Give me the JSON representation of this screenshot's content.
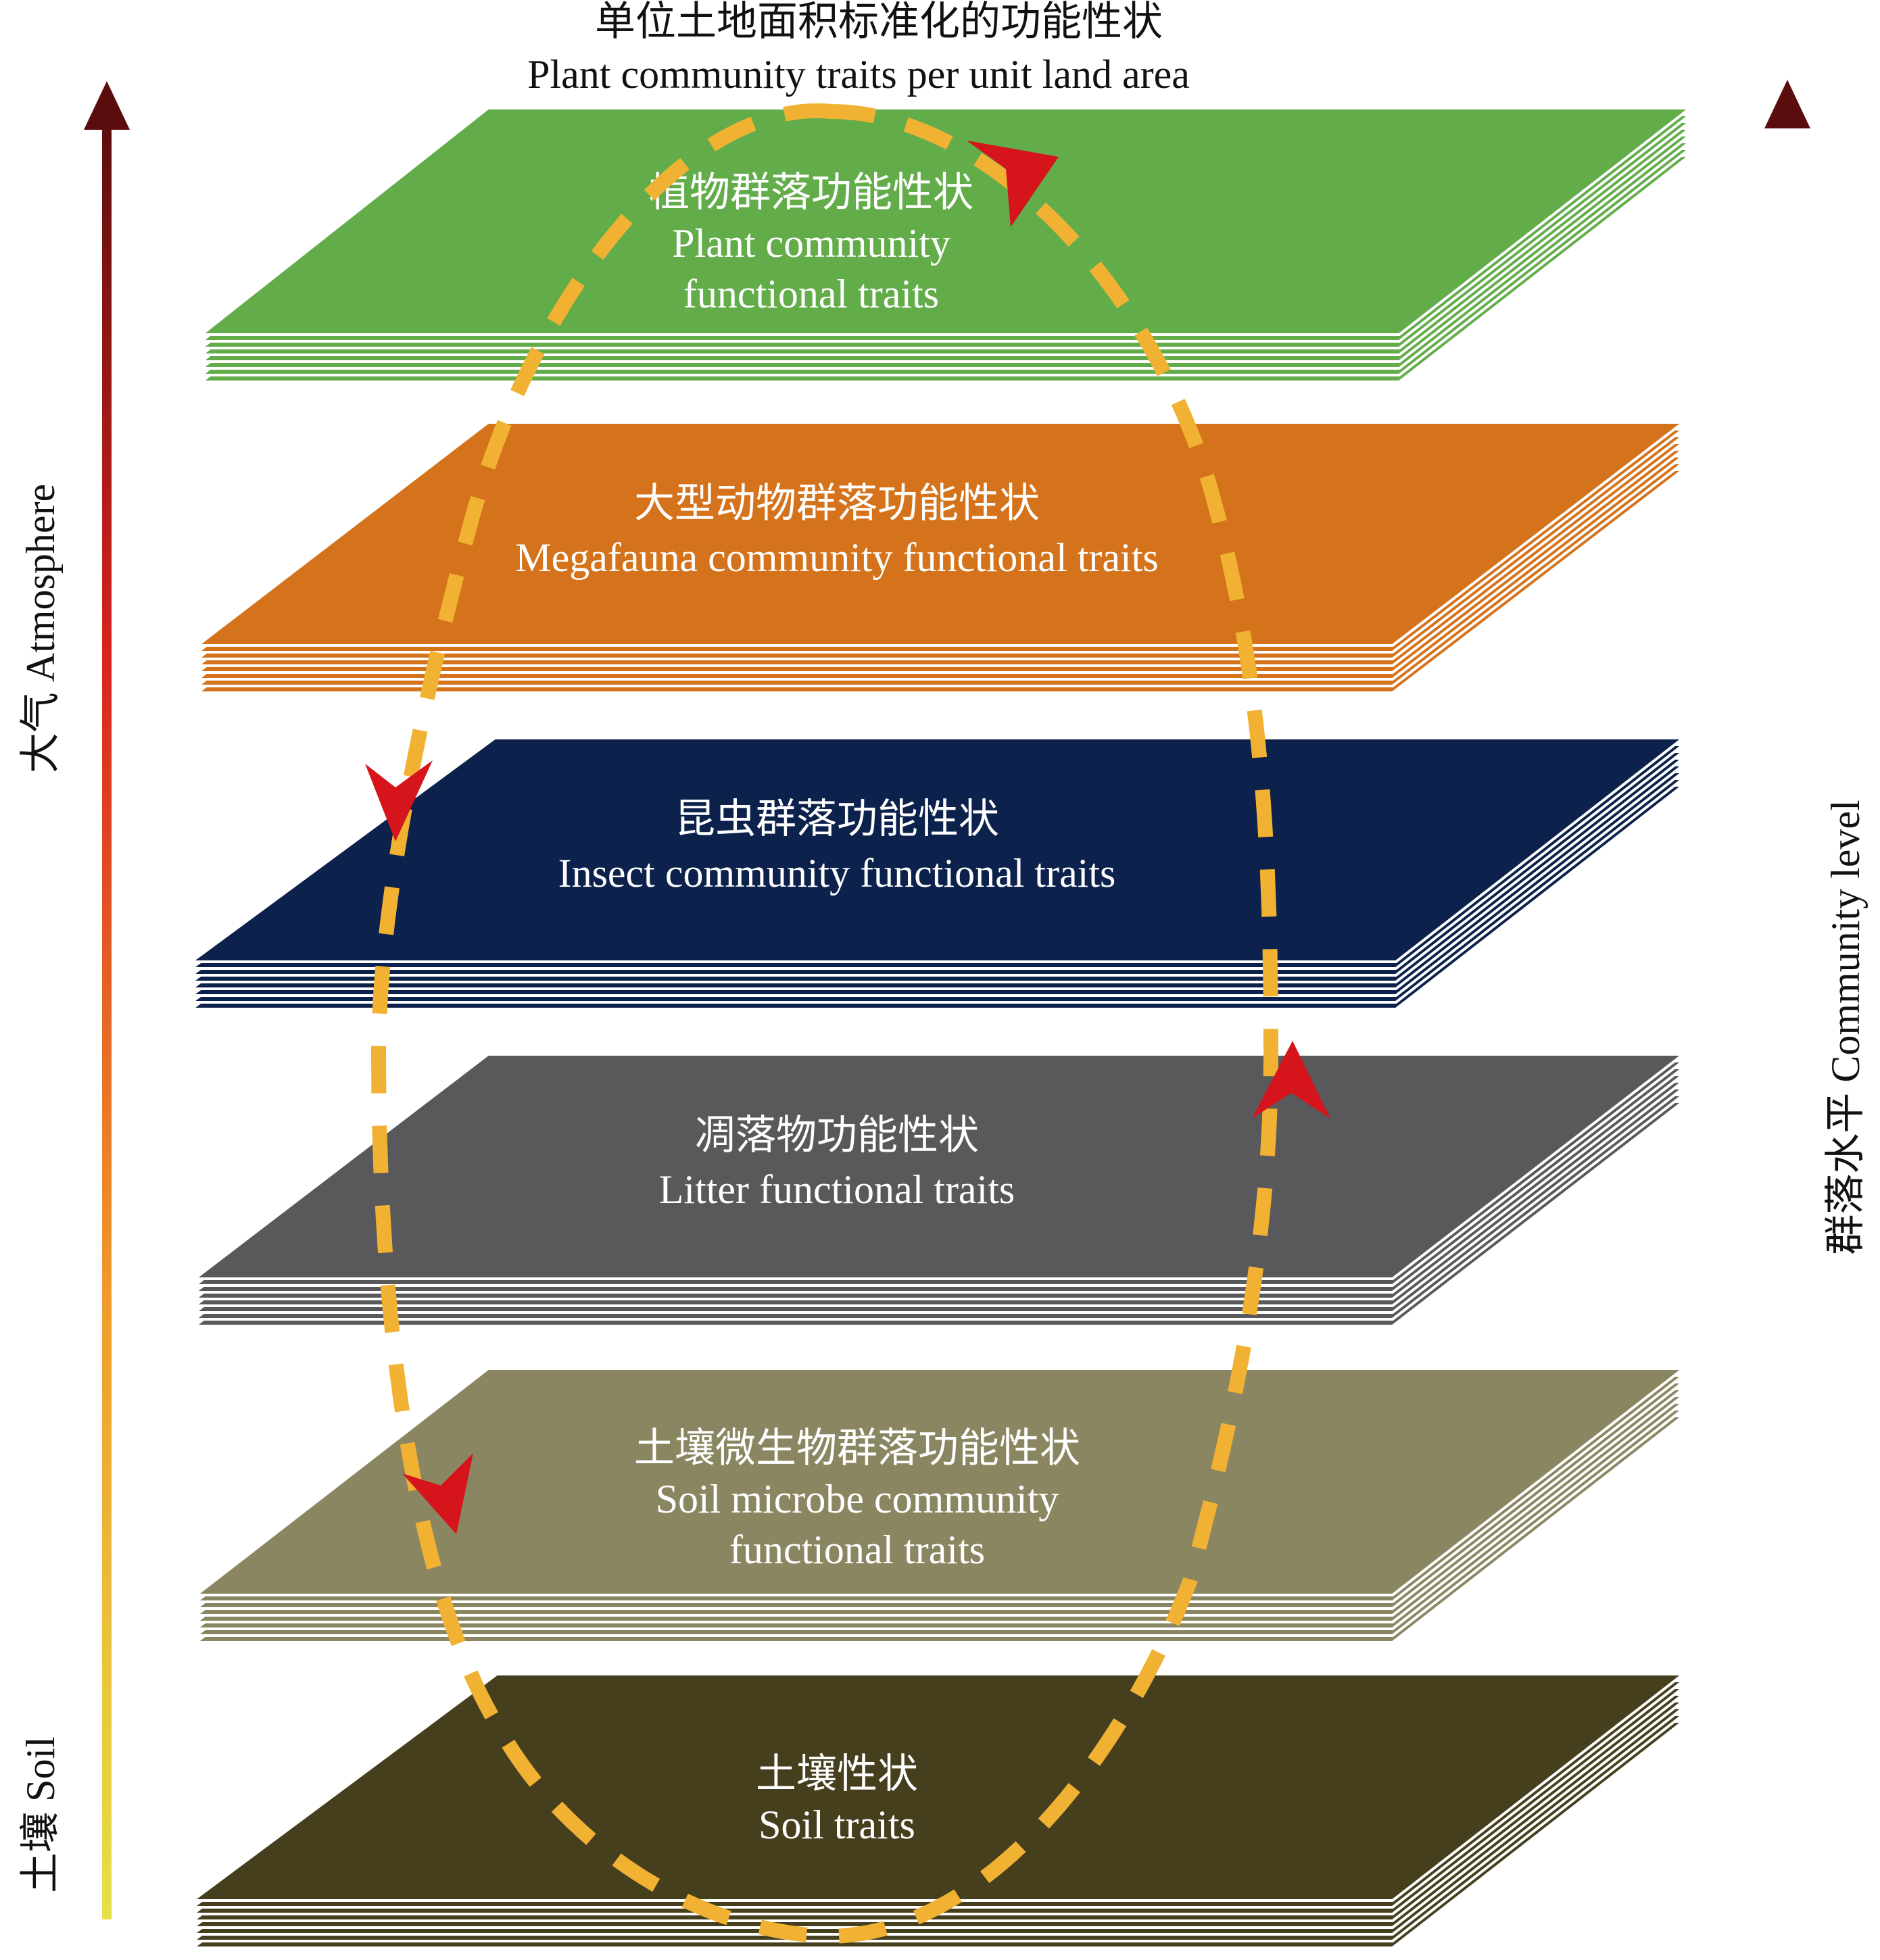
{
  "title": {
    "zh": "单位土地面积标准化的功能性状",
    "en": "Plant community traits per unit land area"
  },
  "left_axis": {
    "top_label": "大气 Atmosphere",
    "bottom_label": "土壤 Soil"
  },
  "right_axis": {
    "label": "群落水平 Community level"
  },
  "layers": [
    {
      "zh": "植物群落功能性状",
      "en_lines": [
        "Plant community",
        "functional traits"
      ],
      "color": "#62AC4A"
    },
    {
      "zh": "大型动物群落功能性状",
      "en_lines": [
        "Megafauna community functional traits"
      ],
      "color": "#D4731B"
    },
    {
      "zh": "昆虫群落功能性状",
      "en_lines": [
        "Insect community functional traits"
      ],
      "color": "#0C214B"
    },
    {
      "zh": "凋落物功能性状",
      "en_lines": [
        "Litter functional traits"
      ],
      "color": "#59585A"
    },
    {
      "zh": "土壤微生物群落功能性状",
      "en_lines": [
        "Soil microbe community",
        "functional traits"
      ],
      "color": "#8B8662"
    },
    {
      "zh": "土壤性状",
      "en_lines": [
        "Soil traits"
      ],
      "color": "#453F1E"
    }
  ],
  "colors": {
    "cycle_dash": "#F1B233",
    "cycle_arrow": "#D6141B",
    "gradient_top": "#5B0D0D",
    "gradient_mid": "#D9241E",
    "gradient_low": "#F09A2B",
    "gradient_bottom": "#E5E048"
  }
}
